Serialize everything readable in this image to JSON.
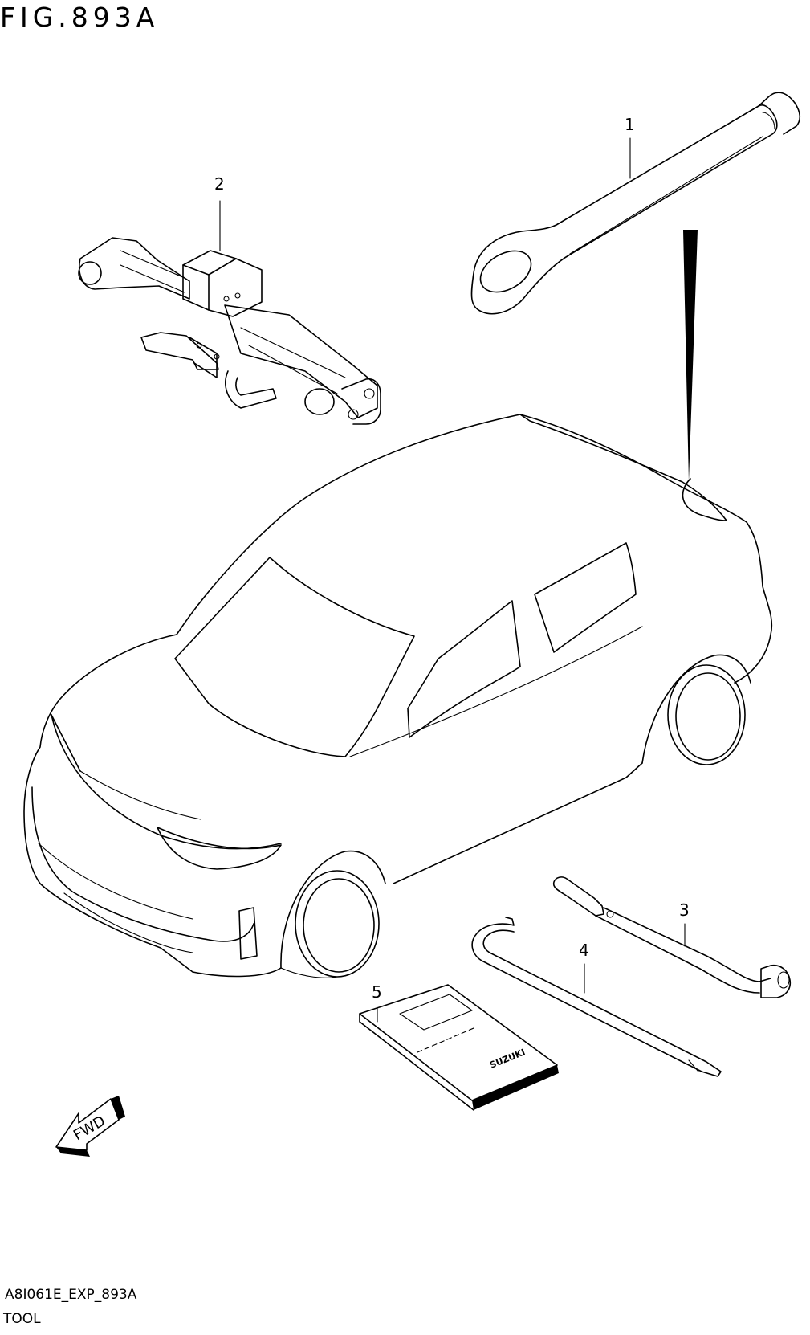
{
  "figure": {
    "title": "FIG.893A",
    "code": "A8I061E_EXP_893A",
    "section_title": "TOOL"
  },
  "callouts": [
    {
      "number": "1",
      "part": "wrench"
    },
    {
      "number": "2",
      "part": "jack"
    },
    {
      "number": "3",
      "part": "jack-handle"
    },
    {
      "number": "4",
      "part": "bar"
    },
    {
      "number": "5",
      "part": "manual"
    }
  ],
  "direction_indicator": {
    "label": "FWD"
  },
  "manual_brand": "SUZUKI",
  "icons": [
    "wrench-icon",
    "jack-icon",
    "car-icon",
    "manual-icon",
    "fwd-arrow-icon"
  ]
}
